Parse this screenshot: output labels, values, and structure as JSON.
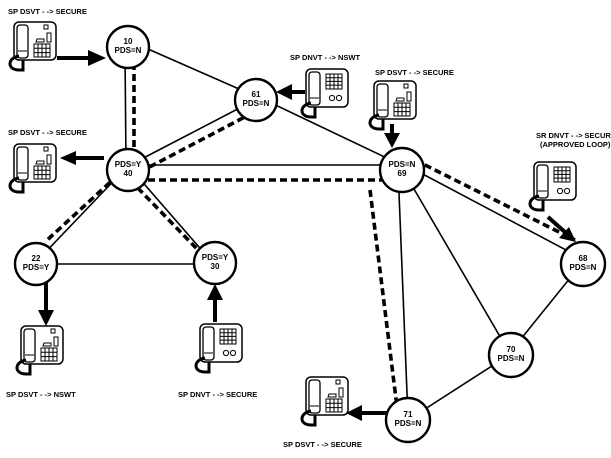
{
  "diagram": {
    "title": "Secure call path network (PDS)",
    "nodes": [
      {
        "id": "10",
        "line1": "10",
        "line2": "PDS=N"
      },
      {
        "id": "40",
        "line1": "PDS=Y",
        "line2": "40"
      },
      {
        "id": "61",
        "line1": "61",
        "line2": "PDS=N"
      },
      {
        "id": "69",
        "line1": "PDS=N",
        "line2": "69"
      },
      {
        "id": "22",
        "line1": "22",
        "line2": "PDS=Y"
      },
      {
        "id": "30",
        "line1": "PDS=Y",
        "line2": "30"
      },
      {
        "id": "68",
        "line1": "68",
        "line2": "PDS=N"
      },
      {
        "id": "70",
        "line1": "70",
        "line2": "PDS=N"
      },
      {
        "id": "71",
        "line1": "71",
        "line2": "PDS=N"
      }
    ],
    "links": [
      [
        "10",
        "40"
      ],
      [
        "10",
        "61"
      ],
      [
        "40",
        "61"
      ],
      [
        "40",
        "69"
      ],
      [
        "61",
        "69"
      ],
      [
        "40",
        "22"
      ],
      [
        "40",
        "30"
      ],
      [
        "22",
        "30"
      ],
      [
        "69",
        "68"
      ],
      [
        "69",
        "70"
      ],
      [
        "69",
        "71"
      ],
      [
        "68",
        "70"
      ],
      [
        "70",
        "71"
      ]
    ],
    "secure_paths": [
      [
        "10",
        "40"
      ],
      [
        "40",
        "61"
      ],
      [
        "40",
        "69"
      ],
      [
        "40",
        "22"
      ],
      [
        "40",
        "30"
      ],
      [
        "69",
        "68"
      ],
      [
        "69",
        "71"
      ]
    ],
    "phones": [
      {
        "id": "p10",
        "type": "DSVT",
        "label": "SP DSVT - -> SECURE",
        "node": "10",
        "direction": "to-node"
      },
      {
        "id": "p40",
        "type": "DSVT",
        "label": "SP DSVT - -> SECURE",
        "node": "40",
        "direction": "to-phone"
      },
      {
        "id": "p61",
        "type": "DNVT",
        "label": "SP DNVT - -> NSWT",
        "node": "61",
        "direction": "to-node"
      },
      {
        "id": "p69",
        "type": "DSVT",
        "label": "SP DSVT - -> SECURE",
        "node": "69",
        "direction": "to-node"
      },
      {
        "id": "p68",
        "type": "DNVT",
        "label": "SR DNVT - -> SECURE",
        "label2": "(APPROVED LOOP)",
        "node": "68",
        "direction": "to-node"
      },
      {
        "id": "p22",
        "type": "DSVT",
        "label": "SP DSVT - -> NSWT",
        "node": "22",
        "direction": "to-phone"
      },
      {
        "id": "p30",
        "type": "DNVT",
        "label": "SP DNVT - -> SECURE",
        "node": "30",
        "direction": "to-node"
      },
      {
        "id": "p71",
        "type": "DSVT",
        "label": "SP DSVT - -> SECURE",
        "node": "71",
        "direction": "to-phone"
      }
    ]
  }
}
